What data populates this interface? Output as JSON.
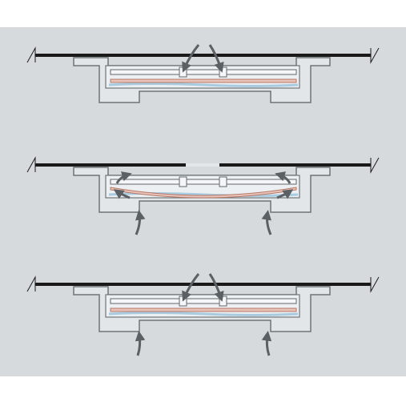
{
  "figure": {
    "panels": [
      {
        "id": "state-1",
        "air_inflow": "top",
        "film": "flat",
        "bottom_inflow": false
      },
      {
        "id": "state-2",
        "air_inflow": "bottom",
        "film": "curved",
        "bottom_inflow": true
      },
      {
        "id": "state-3",
        "air_inflow": "top-and-bottom",
        "film": "flat",
        "bottom_inflow": true
      }
    ]
  },
  "colors": {
    "background": "#d6dadc",
    "page": "#ffffff",
    "beam": "#1a1a1a",
    "frame": "#6f7477",
    "housing_fill": "#e3e6e8",
    "film_fill": "#e9c2b8",
    "film_stroke": "#b57a6a",
    "water": "#a9cbe0",
    "arrow": "#5b6064"
  }
}
